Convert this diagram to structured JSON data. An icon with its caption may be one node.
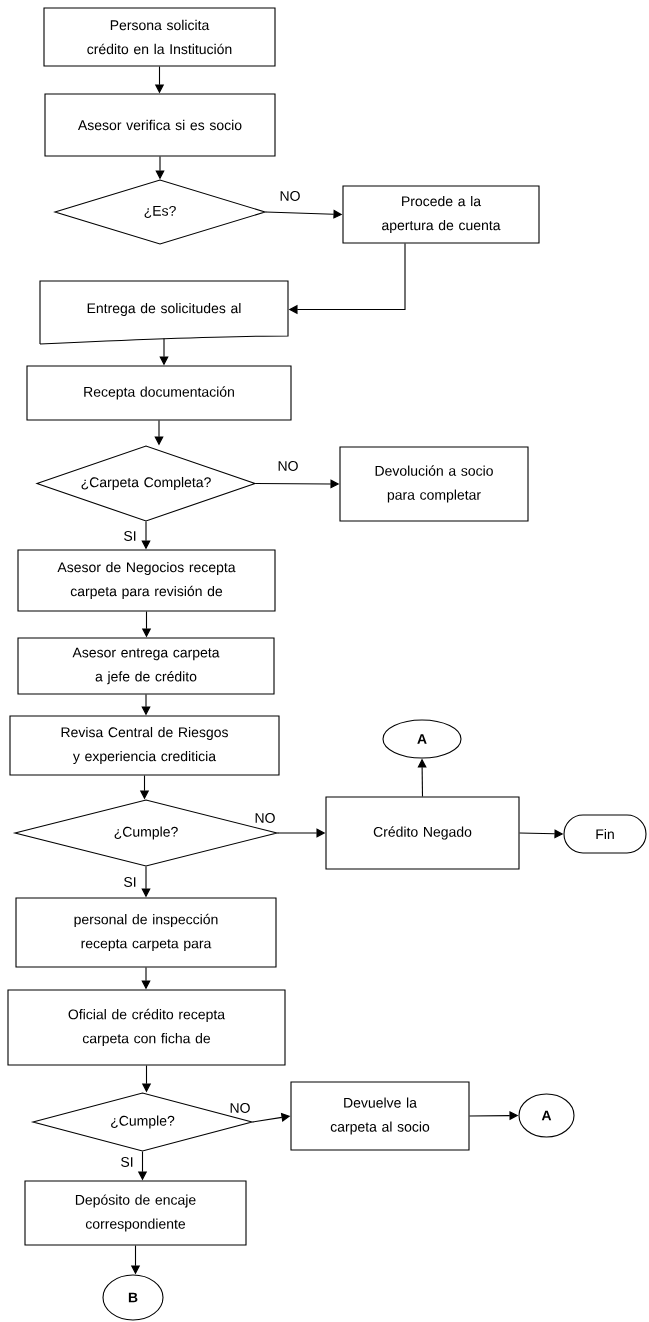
{
  "diagram": {
    "nodes": [
      {
        "text": [
          "Persona solicita crédito en la Institución"
        ]
      },
      {
        "text": [
          "Asesor verifica si es socio"
        ]
      },
      {
        "text": [
          "¿Es?"
        ]
      },
      {
        "text": [
          "Procede a la apertura de cuenta"
        ]
      },
      {
        "text": [
          "Entrega de solicitudes al"
        ]
      },
      {
        "text": [
          "Recepta documentación"
        ]
      },
      {
        "text": [
          "¿Carpeta Completa?"
        ]
      },
      {
        "text": [
          "Devolución a socio para completar"
        ]
      },
      {
        "text": [
          "Asesor de Negocios recepta carpeta para revisión de"
        ]
      },
      {
        "text": [
          "Asesor entrega carpeta a jefe de crédito"
        ]
      },
      {
        "text": [
          "Revisa Central de Riesgos y experiencia crediticia"
        ]
      },
      {
        "text": [
          "¿Cumple?"
        ]
      },
      {
        "text": [
          "Crédito Negado"
        ]
      },
      {
        "text": [
          "A"
        ]
      },
      {
        "text": [
          "Fin"
        ]
      },
      {
        "text": [
          "personal de inspección recepta carpeta para"
        ]
      },
      {
        "text": [
          "Oficial de crédito recepta carpeta con ficha de"
        ]
      },
      {
        "text": [
          "¿Cumple?"
        ]
      },
      {
        "text": [
          "Devuelve la carpeta al socio"
        ]
      },
      {
        "text": [
          "A"
        ]
      },
      {
        "text": [
          "Depósito de encaje correspondiente"
        ]
      },
      {
        "text": [
          "B"
        ]
      }
    ],
    "edges": [
      {
        "from": 0,
        "to": 1,
        "arrow": "to"
      },
      {
        "from": 1,
        "to": 2,
        "arrow": "to"
      },
      {
        "from": 2,
        "to": 3,
        "arrow": "to",
        "label": "NO"
      },
      {
        "from": 3,
        "to": 4,
        "arrow": "to"
      },
      {
        "from": 4,
        "to": 5,
        "arrow": "to"
      },
      {
        "from": 5,
        "to": 6,
        "arrow": "to"
      },
      {
        "from": 6,
        "to": 7,
        "arrow": "to",
        "label": "NO"
      },
      {
        "from": 6,
        "to": 8,
        "arrow": "to",
        "label": "SI"
      },
      {
        "from": 8,
        "to": 9,
        "arrow": "to"
      },
      {
        "from": 9,
        "to": 10,
        "arrow": "to"
      },
      {
        "from": 10,
        "to": 11,
        "arrow": "to"
      },
      {
        "from": 11,
        "to": 12,
        "arrow": "to",
        "label": "NO"
      },
      {
        "from": 12,
        "to": 13,
        "arrow": "to"
      },
      {
        "from": 12,
        "to": 14,
        "arrow": "to"
      },
      {
        "from": 11,
        "to": 15,
        "arrow": "to",
        "label": "SI"
      },
      {
        "from": 15,
        "to": 16,
        "arrow": "to"
      },
      {
        "from": 16,
        "to": 17,
        "arrow": "to"
      },
      {
        "from": 17,
        "to": 18,
        "arrow": "to",
        "label": "NO"
      },
      {
        "from": 18,
        "to": 19,
        "arrow": "to"
      },
      {
        "from": 17,
        "to": 20,
        "arrow": "to",
        "label": "SI"
      },
      {
        "from": 20,
        "to": 21,
        "arrow": "to"
      }
    ]
  }
}
